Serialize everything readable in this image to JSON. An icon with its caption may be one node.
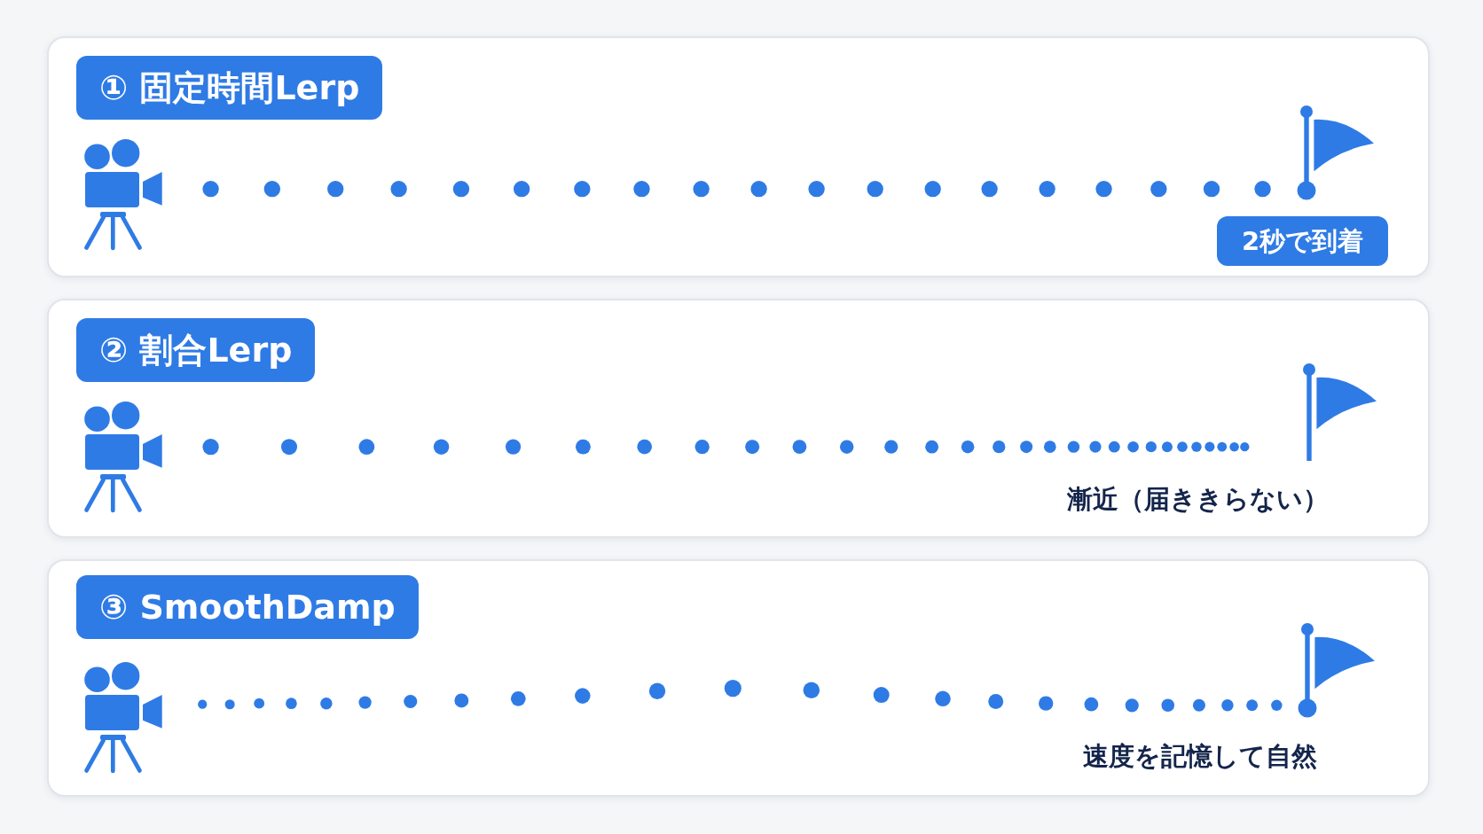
{
  "diagram": {
    "nodes": [
      {
        "text": [
          "① 固定時間Lerp"
        ]
      },
      {
        "text": [
          "2秒で到着"
        ],
        "in": 0
      },
      {
        "text": [
          "② 割合Lerp",
          "漸近（届ききらない）"
        ]
      },
      {
        "text": [
          "③ SmoothDamp",
          "速度を記憶して自然"
        ]
      }
    ]
  }
}
